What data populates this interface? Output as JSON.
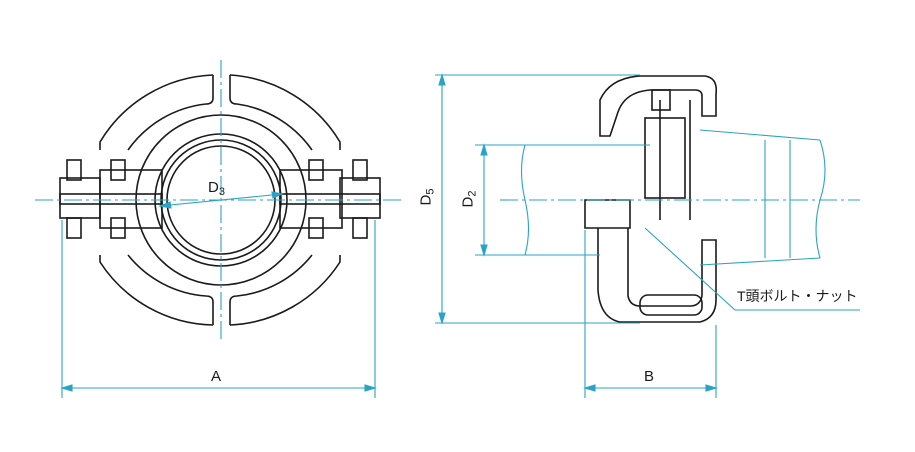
{
  "labels": {
    "A": "A",
    "B": "B",
    "D3_main": "D",
    "D3_sub": "3",
    "D5_main": "D",
    "D5_sub": "5",
    "D2_main": "D",
    "D2_sub": "2",
    "bolt_callout": "T頭ボルト・ナット"
  },
  "colors": {
    "outline": "#1a1a1a",
    "dimension": "#29a3c6",
    "body_fill": "#ffffff"
  }
}
